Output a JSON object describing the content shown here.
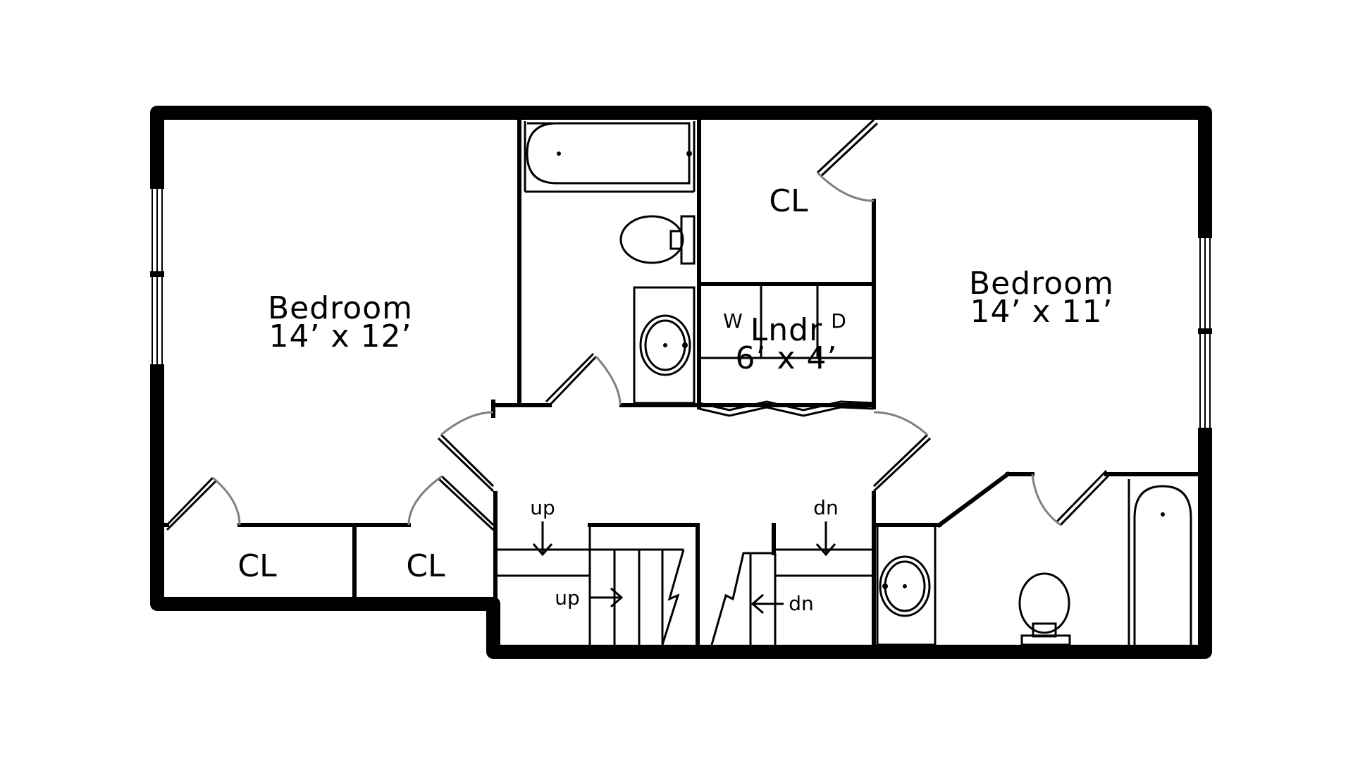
{
  "rooms": {
    "bedroom_left": {
      "name": "Bedroom",
      "dims": "14’ x 12’"
    },
    "bedroom_right": {
      "name": "Bedroom",
      "dims": "14’ x 11’"
    },
    "laundry": {
      "name": "Lndr",
      "dims": "6’ x 4’",
      "washer": "W",
      "dryer": "D"
    }
  },
  "closets": {
    "top": "CL",
    "bottom_left_1": "CL",
    "bottom_left_2": "CL"
  },
  "stairs": {
    "up_1": "up",
    "up_2": "up",
    "dn_1": "dn",
    "dn_2": "dn"
  },
  "colors": {
    "wall": "#000000",
    "door_arc": "#808080",
    "background": "#ffffff"
  }
}
